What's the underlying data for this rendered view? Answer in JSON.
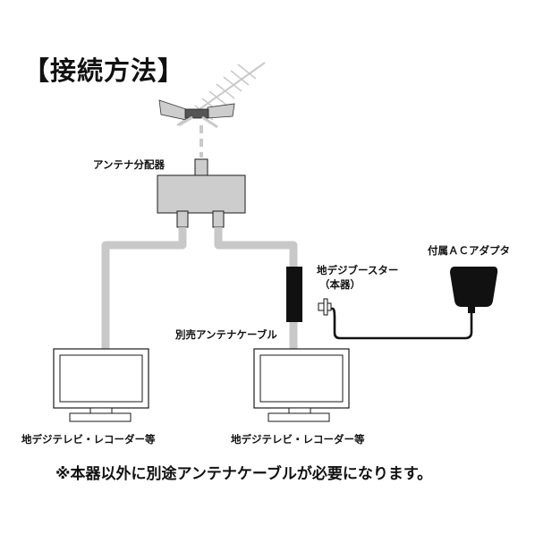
{
  "title": "【接続方法】",
  "labels": {
    "splitter": "アンテナ分配器",
    "booster": "地デジブースター",
    "booster_sub": "（本器）",
    "adapter": "付属ＡＣアダプタ",
    "cable": "別売アンテナケーブル",
    "tv_left": "地デジテレビ・レコーダー等",
    "tv_right": "地デジテレビ・レコーダー等"
  },
  "note": "※本器以外に別途アンテナケーブルが必要になります。",
  "colors": {
    "device_gray": "#cdcdcd",
    "cable_gray": "#c8c8c8",
    "outline": "#1a1a1a",
    "booster": "#111111"
  }
}
